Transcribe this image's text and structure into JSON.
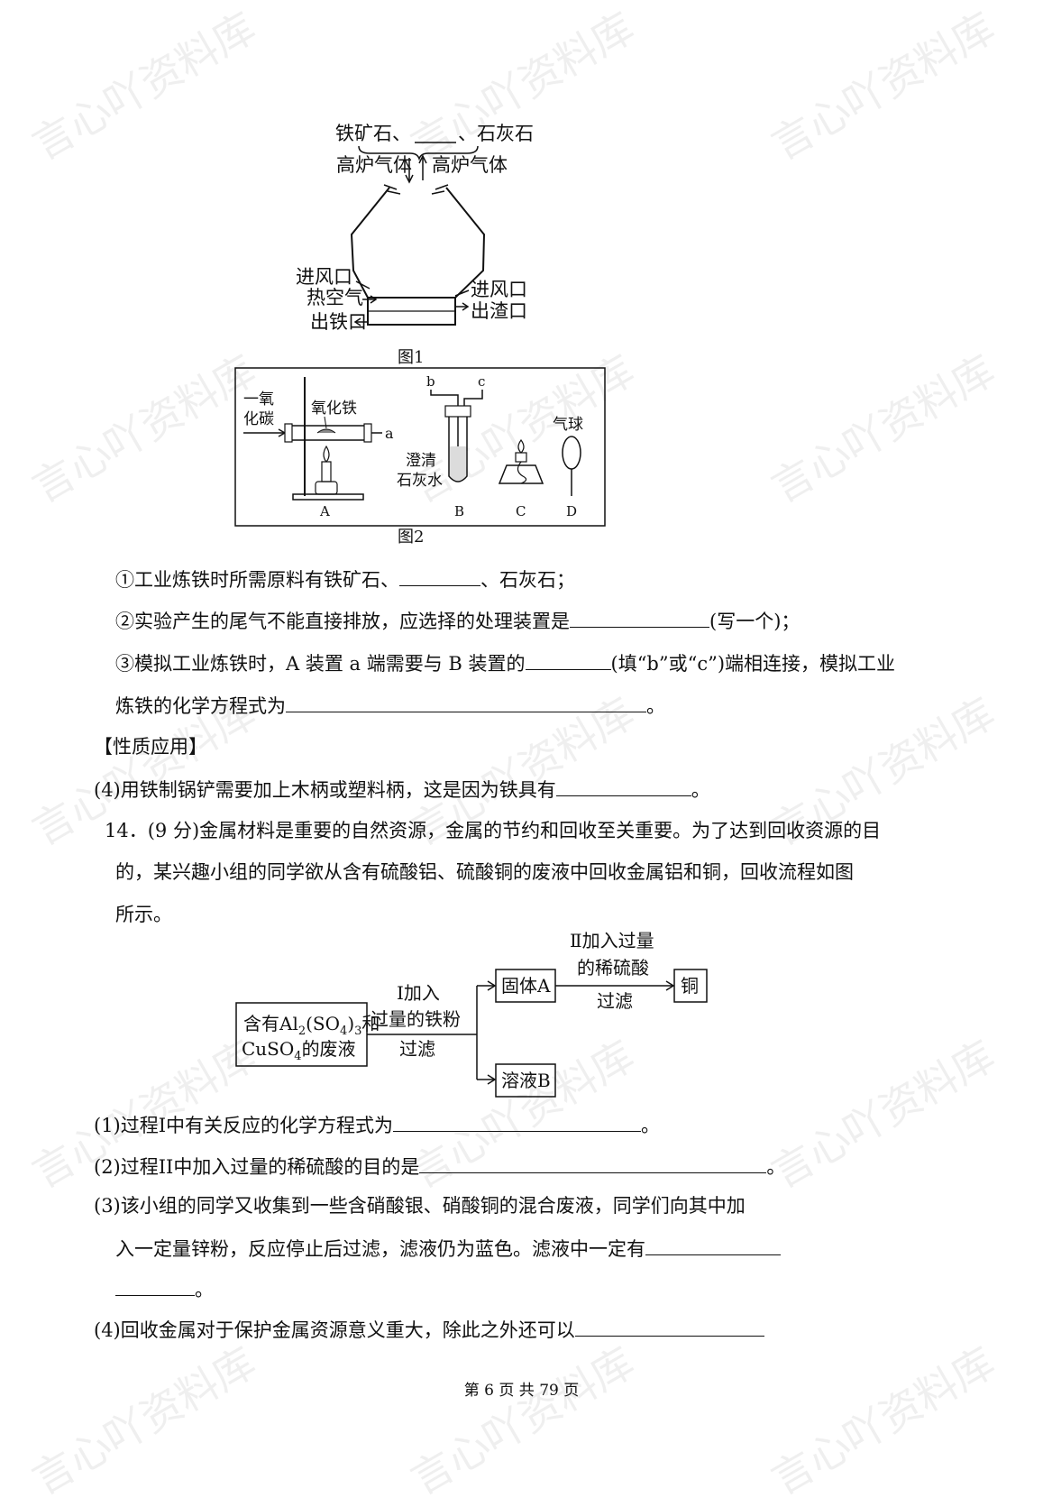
{
  "watermark": "言心吖资料库",
  "fig1": {
    "top_left": "铁矿石、",
    "top_right": "、石灰石",
    "gas_left": "高炉气体",
    "gas_right": "高炉气体",
    "inlet_left": "进风口",
    "hot_air": "热空气",
    "iron_outlet": "出铁口",
    "inlet_right": "进风口",
    "slag_outlet": "出渣口",
    "caption": "图1"
  },
  "fig2": {
    "co_line1": "一氧",
    "co_line2": "化碳",
    "iron_oxide": "氧化铁",
    "port_a": "a",
    "port_b": "b",
    "port_c": "c",
    "limewater_line1": "澄清",
    "limewater_line2": "石灰水",
    "balloon": "气球",
    "label_a": "A",
    "label_b": "B",
    "label_c": "C",
    "label_d": "D",
    "caption": "图2"
  },
  "q13": {
    "l1_a": "①工业炼铁时所需原料有铁矿石、",
    "l1_b": "、石灰石；",
    "l2_a": "②实验产生的尾气不能直接排放，应选择的处理装置是",
    "l2_b": "(写一个)；",
    "l3_a": "③模拟工业炼铁时，A 装置 a 端需要与 B 装置的",
    "l3_b": "(填“b”或“c”)端相连接，模拟工业",
    "l4_a": "炼铁的化学方程式为",
    "l4_b": "。",
    "section": "【性质应用】",
    "l5_a": "(4)用铁制锅铲需要加上木柄或塑料柄，这是因为铁具有",
    "l5_b": "。"
  },
  "q14": {
    "intro1": "14．(9 分)金属材料是重要的自然资源，金属的节约和回收至关重要。为了达到回收资源的目",
    "intro2": "的，某兴趣小组的同学欲从含有硫酸铝、硫酸铜的废液中回收金属铝和铜，回收流程如图",
    "intro3": "所示。",
    "p1_a": "(1)过程I中有关反应的化学方程式为",
    "p1_b": "。",
    "p2_a": "(2)过程II中加入过量的稀硫酸的目的是",
    "p2_b": "。",
    "p3_a": "(3)该小组的同学又收集到一些含硝酸银、硝酸铜的混合废液，同学们向其中加",
    "p3_b": "入一定量锌粉，反应停止后过滤，滤液仍为蓝色。滤液中一定有",
    "p3_c": "。",
    "p4_a": "(4)回收金属对于保护金属资源意义重大，除此之外还可以"
  },
  "flow": {
    "start_line1_a": "含有Al",
    "start_sub1": "2",
    "start_line1_b": "(SO",
    "start_sub2": "4",
    "start_line1_c": ")",
    "start_sub3": "3",
    "start_line1_d": "和",
    "start_line2_a": "CuSO",
    "start_sub4": "4",
    "start_line2_b": "的废液",
    "step1_line1": "Ⅰ加入",
    "step1_line2": "过量的铁粉",
    "step1_line3": "过滤",
    "solid_a": "固体A",
    "solution_b": "溶液B",
    "step2_line1": "Ⅱ加入过量",
    "step2_line2": "的稀硫酸",
    "step2_line3": "过滤",
    "copper": "铜"
  },
  "footer": "第 6 页 共 79 页"
}
